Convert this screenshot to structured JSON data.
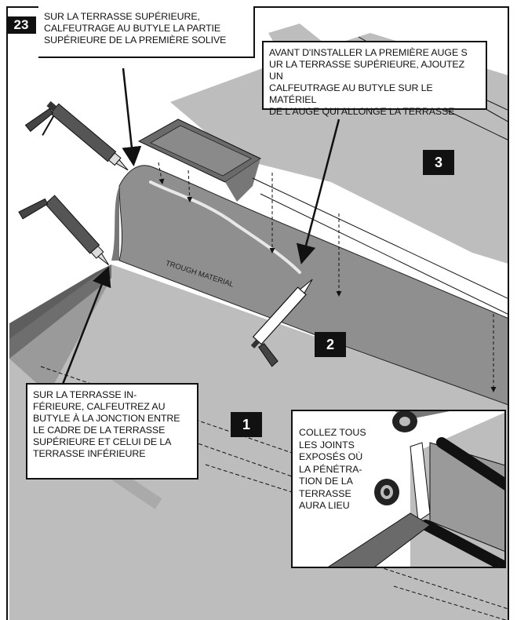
{
  "step_number": "23",
  "callouts": {
    "top_left": "SUR LA TERRASSE SUPÉRIEURE,\nCALFEUTRAGE AU BUTYLE LA PARTIE\nSUPÉRIEURE DE LA PREMIÈRE SOLIVE",
    "top_right": "AVANT D'INSTALLER LA PREMIÈRE AUGE S\nUR LA TERRASSE SUPÉRIEURE, AJOUTEZ UN\nCALFEUTRAGE AU BUTYLE SUR LE MATÉRIEL\nDE L'AUGE QUI ALLONGE LA TERRASSE",
    "bottom_left": "SUR LA TERRASSE IN-\nFÉRIEURE, CALFEUTREZ AU\nBUTYLE À LA JONCTION ENTRE\nLE CADRE DE LA TERRASSE\nSUPÉRIEURE ET CELUI DE LA\nTERRASSE INFÉRIEURE",
    "inset": "COLLEZ TOUS\nLES JOINTS\nEXPOSÉS OÙ\nLA PÉNÉTRA-\nTION DE LA\nTERRASSE\nAURA LIEU"
  },
  "trough_label": "TROUGH MATERIAL",
  "badges": {
    "one": "1",
    "two": "2",
    "three": "3"
  },
  "colors": {
    "light_gray": "#bdbdbd",
    "mid_gray": "#8f8f8f",
    "dark_gray": "#5e5e5e",
    "black": "#111111"
  }
}
